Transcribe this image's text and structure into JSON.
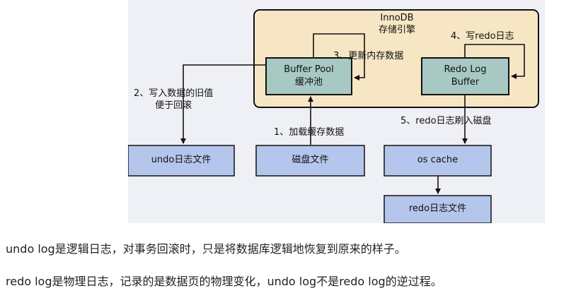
{
  "engine": {
    "title_line1": "InnoDB",
    "title_line2": "存储引擎"
  },
  "boxes": {
    "buffer_pool_line1": "Buffer Pool",
    "buffer_pool_line2": "缓冲池",
    "redo_log_buffer_line1": "Redo Log",
    "redo_log_buffer_line2": "Buffer",
    "undo_file": "undo日志文件",
    "disk_file": "磁盘文件",
    "os_cache": "os cache",
    "redo_file": "redo日志文件"
  },
  "steps": {
    "step1": "1、加载缓存数据",
    "step2_line1": "2、写入数据的旧值",
    "step2_line2": "便于回滚",
    "step3": "3、更新内存数据",
    "step4": "4、写redo日志",
    "step5": "5、redo日志刷入磁盘"
  },
  "notes": {
    "line1": "undo log是逻辑日志，对事务回滚时，只是将数据库逻辑地恢复到原来的样子。",
    "line2": "redo log是物理日志，记录的是数据页的物理变化，undo log不是redo log的逆过程。"
  },
  "colors": {
    "engine_fill": "#f7e6c4",
    "teal_box_fill": "#a8c8c3",
    "blue_box_fill": "#b4c6ec",
    "panel_bg": "#eef0f5",
    "line": "#111111"
  }
}
